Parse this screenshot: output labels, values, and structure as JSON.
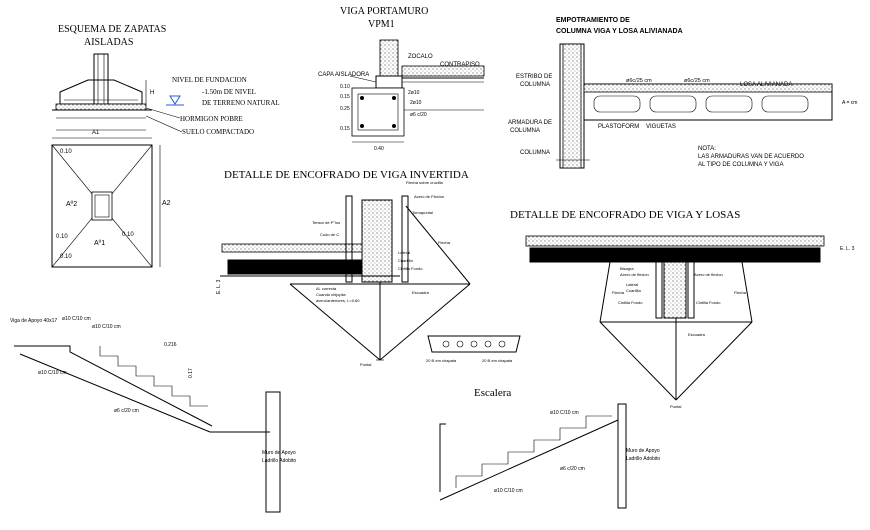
{
  "zapatas": {
    "title1": "ESQUEMA DE ZAPATAS",
    "title2": "AISLADAS",
    "nivel_fund": "NIVEL DE FUNDACION",
    "nivel_val": "-1.50m DE NIVEL",
    "terreno": "DE TERRENO NATURAL",
    "hormigon": "HORMIGON POBRE",
    "suelo": "SUELO COMPACTADO",
    "dim_h": "H",
    "dim_a1": "A1",
    "dim_a2": "A2",
    "plan_a2": "Aº2",
    "plan_a1": "Aº1",
    "d010": "0.10"
  },
  "portamuro": {
    "title1": "VIGA  PORTAMURO",
    "title2": "VPM1",
    "zocalo": "ZOCALO",
    "contrapiso": "CONTRAPISO",
    "capa": "CAPA AISLADORA",
    "dim_10": "0.10",
    "dim_15a": "0.15",
    "dim_25": "0.25",
    "dim_15b": "0.15",
    "dim_40": "0.40",
    "bar1": "2ø10",
    "bar2": "2ø10",
    "bar3": "ø6 c/20"
  },
  "empotramiento": {
    "title1": "EMPOTRAMIENTO DE",
    "title2": "COLUMNA VIGA Y LOSA  ALIVIANADA",
    "estribo1": "ESTRIBO DE",
    "estribo2": "COLUMNA",
    "phi1": "ø6c/25 cm",
    "phi2": "ø6c/25 cm",
    "losa": "LOSA ALIVIANADA",
    "arm1": "ARMADURA DE",
    "arm2": "COLUMNA",
    "plastoform": "PLASTOFORM",
    "viguetas": "VIGUETAS",
    "columna": "COLUMNA",
    "nota1": "NOTA:",
    "nota2": "LAS ARMADURAS VAN DE ACUERDO",
    "nota3": "AL TIPO DE COLUMNA Y VIGA",
    "dim_a": "A = cm"
  },
  "invertida": {
    "title": "DETALLE DE ENCOFRADO DE VIGA INVERTIDA",
    "flecha_sobre": "Flecha sobre crucilla",
    "acero_flexion": "Acero de Flexion",
    "tornapuntal": "Tornapuntal",
    "tensor": "Tensor de P°ino",
    "codo": "Codo de C",
    "lateral": "Lateral",
    "cuartilla": "Cuartilla",
    "codo_fondo": "Cintilla Fondo",
    "flecha": "Flecha",
    "escuadra": "Escuadra",
    "dim_e": "E. L. 3",
    "puntal": "Puntal",
    "note1": "Al. correcta",
    "note2": "Cuando chijopila",
    "note3": "acero/anteriores, L=0.60"
  },
  "losa_block": {
    "lbl1": "20 B em chapata",
    "lbl2": "20 B em chapata"
  },
  "losas": {
    "title": "DETALLE DE ENCOFRADO DE VIGA Y LOSAS",
    "bisagra": "Bisagra",
    "acero": "Acero de flexion",
    "acero2": "Acero de flexion",
    "lateral": "Lateral",
    "cuartilla": "Cuartilla",
    "flecha": "Flecha",
    "flecha2": "Flecha",
    "cintilla": "Cintilla Fondo",
    "cintilla2": "Cintilla Fondo",
    "escuadra": "Escuadra",
    "puntal": "Puntal",
    "dim_e": "E. L. 3"
  },
  "stair1": {
    "viga": "Viga de Apoyo 40x17",
    "p1": "ø10 C/10 cm",
    "p2": "ø10 C/10 cm",
    "p3": "ø10 C/10 cm",
    "p4": "ø6 c/20 cm",
    "d216": "0.216",
    "d17": "0.17",
    "muro1": "Muro de Apoyo",
    "muro2": "Ladrillo Adobito"
  },
  "escalera": {
    "title": "Escalera",
    "p1": "ø10 C/10 cm",
    "p2": "ø6 c/20 cm",
    "p3": "ø10 C/10 cm",
    "muro1": "Muro de Apoyo",
    "muro2": "Ladrillo Adobito"
  }
}
